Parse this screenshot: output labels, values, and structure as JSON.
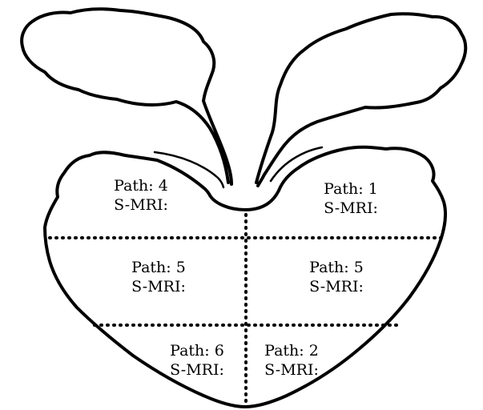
{
  "regions": [
    {
      "id": "upper-left",
      "path_label": "Path: 4",
      "smri_label": "S-MRI:"
    },
    {
      "id": "upper-right",
      "path_label": "Path: 1",
      "smri_label": "S-MRI:"
    },
    {
      "id": "middle-left",
      "path_label": "Path: 5",
      "smri_label": "S-MRI:"
    },
    {
      "id": "middle-right",
      "path_label": "Path: 5",
      "smri_label": "S-MRI:"
    },
    {
      "id": "lower-left",
      "path_label": "Path: 6",
      "smri_label": "S-MRI:"
    },
    {
      "id": "lower-right",
      "path_label": "Path: 2",
      "smri_label": "S-MRI:"
    }
  ]
}
